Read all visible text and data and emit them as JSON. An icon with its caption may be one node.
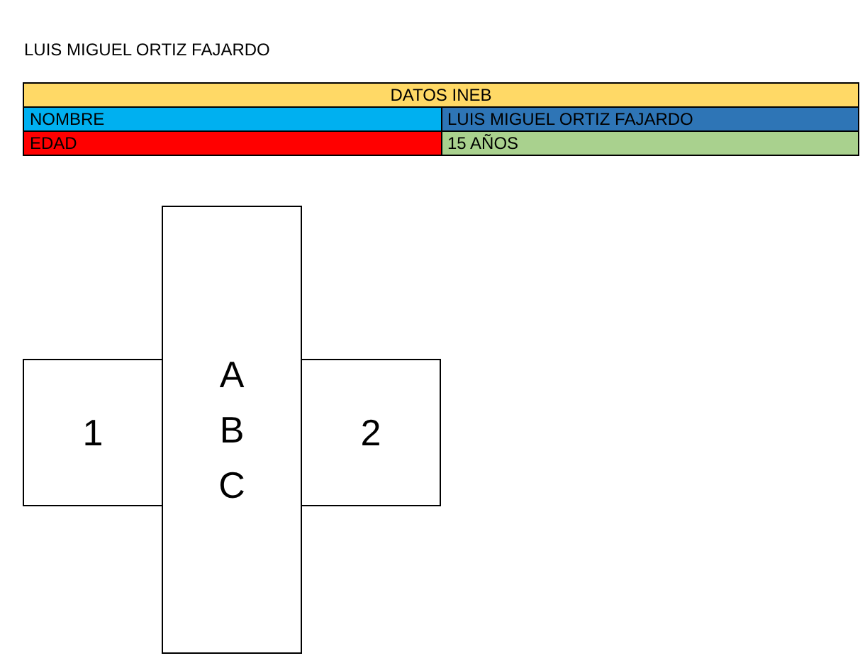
{
  "diagram": {
    "title": "LUIS MIGUEL ORTIZ FAJARDO",
    "nodes": [
      {
        "text": [
          "1"
        ]
      },
      {
        "text": [
          "A",
          "B",
          "C"
        ]
      },
      {
        "text": [
          "2"
        ]
      }
    ],
    "labels": [
      "DATOS INEB",
      "NOMBRE",
      "LUIS MIGUEL ORTIZ FAJARDO",
      "EDAD",
      "15 AÑOS"
    ]
  }
}
